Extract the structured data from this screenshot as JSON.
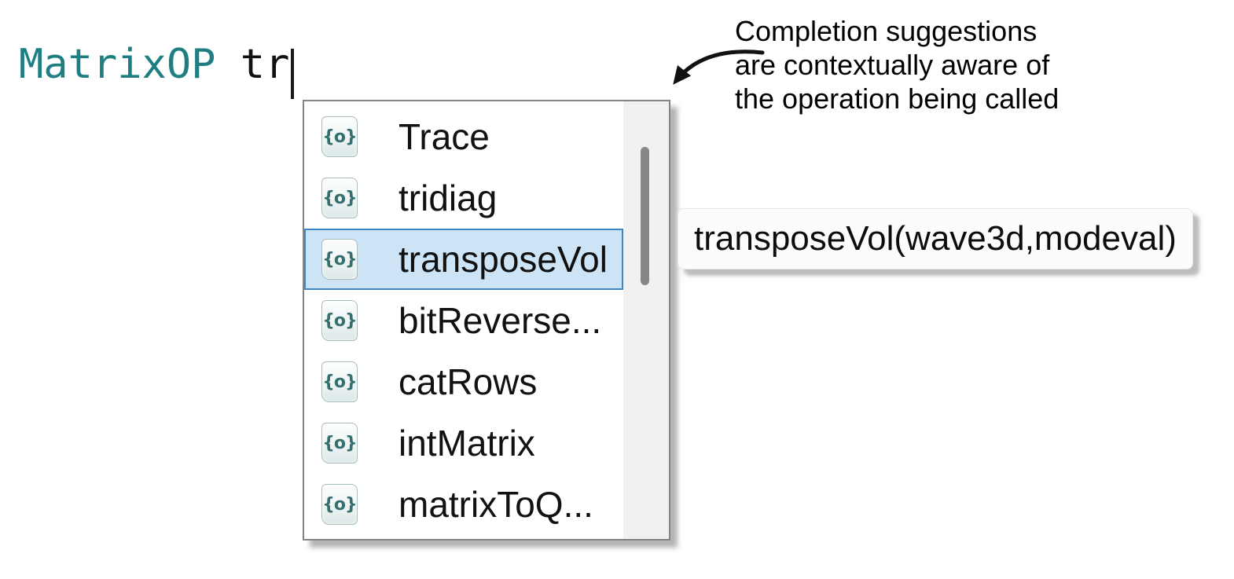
{
  "editor": {
    "keyword": "MatrixOP",
    "separator": " ",
    "typed": "tr"
  },
  "autocomplete": {
    "icon_glyph": "{o}",
    "items": [
      {
        "label": "Trace"
      },
      {
        "label": "tridiag"
      },
      {
        "label": "transposeVol"
      },
      {
        "label": "bitReverse..."
      },
      {
        "label": "catRows"
      },
      {
        "label": "intMatrix"
      },
      {
        "label": "matrixToQ..."
      }
    ],
    "selected_index": 2,
    "selected_label": "transposeVol"
  },
  "tooltip": {
    "text": "transposeVol(wave3d,modeval)"
  },
  "annotation": {
    "line1": "Completion suggestions",
    "line2": "are contextually aware of",
    "line3": "the operation being called"
  },
  "colors": {
    "keyword_teal": "#1e7e82",
    "selection_bg": "#cde4f7",
    "selection_border": "#3f86c4",
    "icon_glyph_teal": "#33706f",
    "dropdown_border": "#848484",
    "scroll_thumb": "#878787"
  }
}
